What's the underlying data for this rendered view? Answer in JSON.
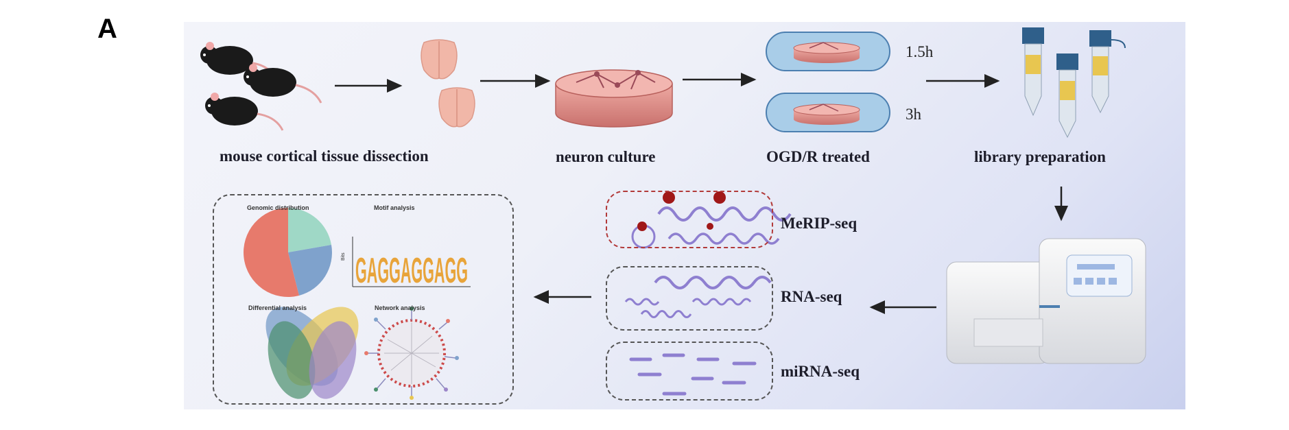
{
  "panel_letter": "A",
  "steps": {
    "dissection": "mouse cortical tissue dissection",
    "culture": "neuron culture",
    "ogd": "OGD/R treated",
    "library": "library preparation"
  },
  "times": [
    "1.5h",
    "3h"
  ],
  "sequencing": [
    "MeRIP-seq",
    "RNA-seq",
    "miRNA-seq"
  ],
  "analysis": {
    "genomic": "Genomic distribution",
    "motif": "Motif analysis",
    "differential": "Differential analysis",
    "network": "Network analysis",
    "motif_letters": "GAGGAGGAGG",
    "motif_axis": "Bits"
  },
  "colors": {
    "mouse": "#1a1a1a",
    "brain": "#f1b7a8",
    "dish": "#d98a86",
    "capsule": "#a9cde8",
    "tube_cap": "#2f5f8a",
    "tube_fluid": "#e8c650",
    "wave": "#8e7fd0",
    "methyl": "#a01818",
    "pie": [
      "#e77a6c",
      "#7fa2cc",
      "#9fd8c6"
    ]
  }
}
